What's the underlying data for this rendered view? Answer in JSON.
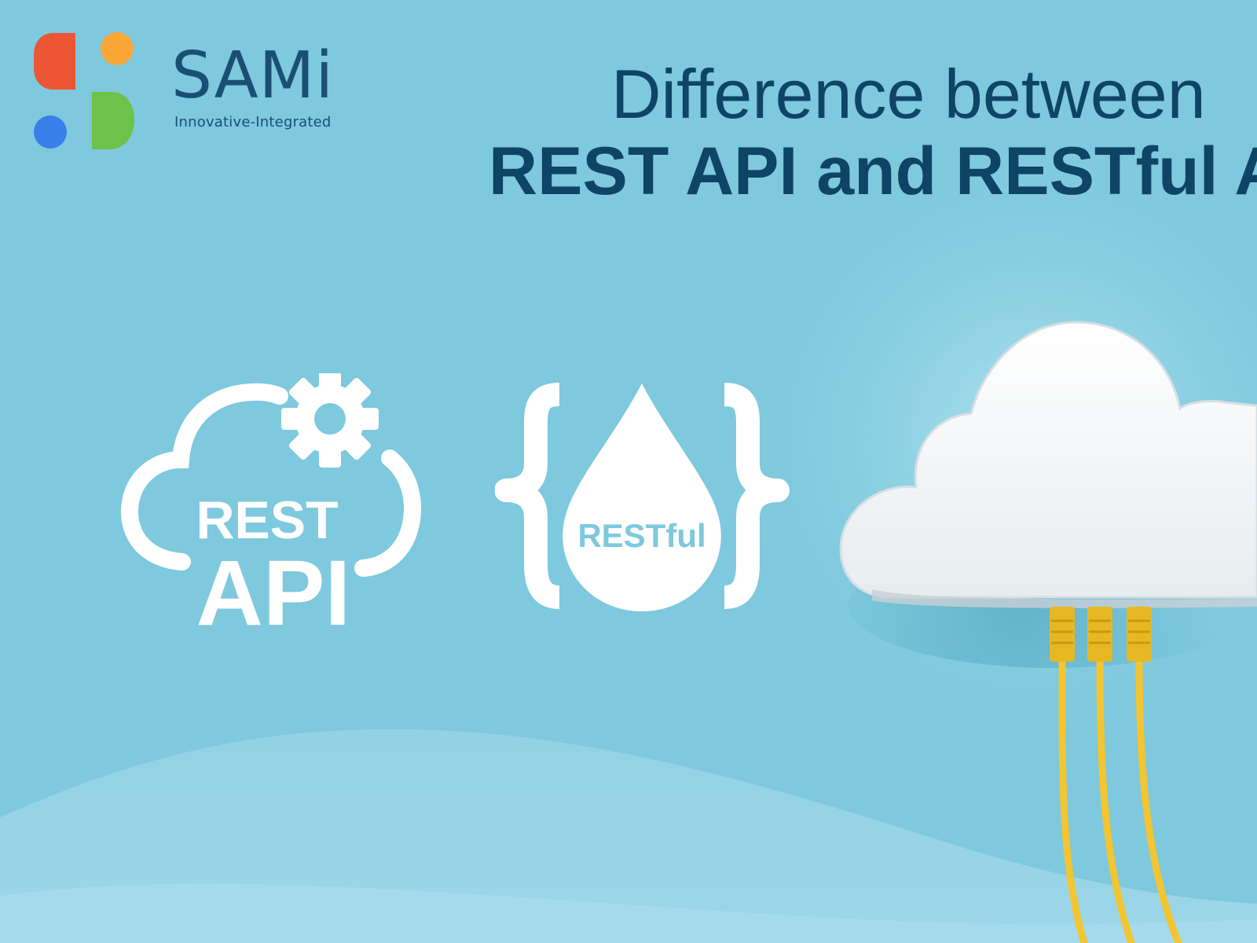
{
  "logo": {
    "name": "SAMi",
    "tagline": "Innovative-Integrated",
    "colors": {
      "red": "#ec5635",
      "orange": "#f9a737",
      "blue": "#3a7ee9",
      "green": "#6cc24a",
      "text": "#1a4f74"
    }
  },
  "title": {
    "line1": "Difference between",
    "line2": "REST API and RESTful A"
  },
  "icons": {
    "rest_api": {
      "line1": "REST",
      "line2": "API",
      "icon": "cloud-gear-icon"
    },
    "restful": {
      "label": "RESTful",
      "icon": "curly-braces-drop-icon"
    },
    "cloud_illustration": {
      "icon": "cloud-with-network-cables-icon"
    }
  },
  "colors": {
    "background": "#7ec9dd",
    "title": "#0e4466",
    "icon_fill": "#ffffff",
    "cable": "#f2c531"
  }
}
